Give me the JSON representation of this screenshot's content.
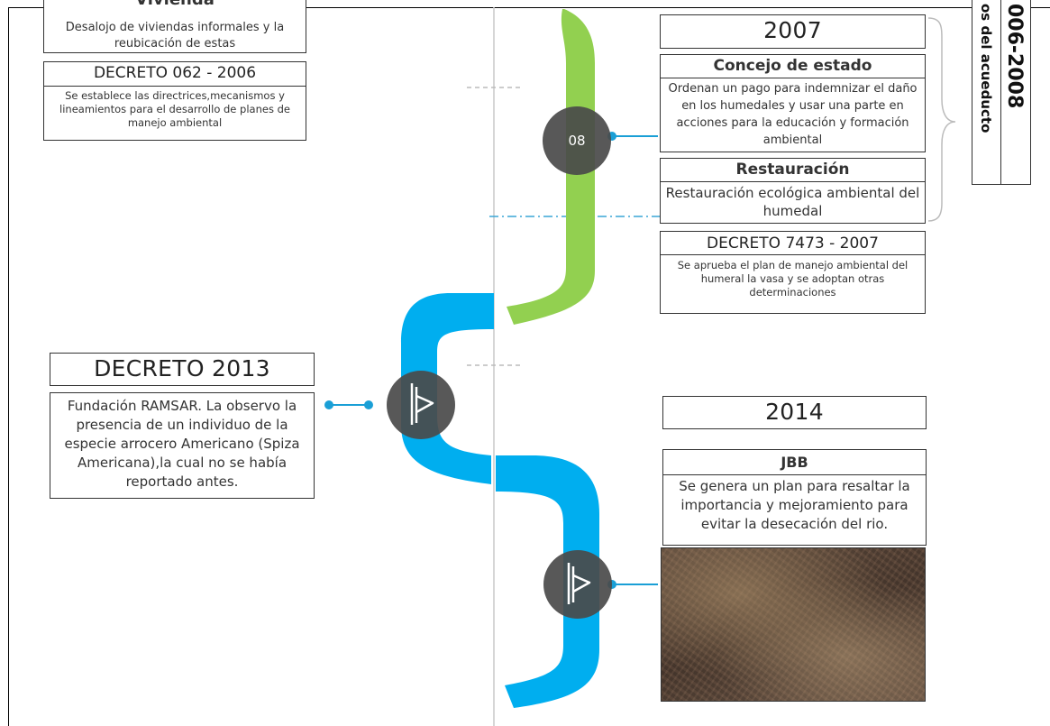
{
  "left_top": {
    "partial_header": "Vivienda",
    "desalojo_text": "Desalojo de viviendas informales y la reubicación de estas",
    "decreto_062_title": "DECRETO 062 - 2006",
    "decreto_062_text": "Se establece las directrices,mecanismos y lineamientos para el desarrollo de planes de manejo ambiental"
  },
  "right_top": {
    "year": "2007",
    "concejo_title": "Concejo de estado",
    "concejo_text": "Ordenan un pago para indemnizar el daño en los humedales y usar una parte en acciones para la educación y formación ambiental",
    "restauracion_title": "Restauración",
    "restauracion_text": "Restauración ecológica ambiental del humedal",
    "decreto_7473_title": "DECRETO 7473 - 2007",
    "decreto_7473_text": "Se aprueba el plan de manejo ambiental del humeral la vasa y se adoptan otras determinaciones"
  },
  "side_label": {
    "years": "006-2008",
    "text": "os del acueducto"
  },
  "node_label": "08",
  "left_mid": {
    "title": "DECRETO 2013",
    "text": "Fundación RAMSAR. La observo la presencia de un individuo de la especie arrocero Americano (Spiza Americana),la cual no se había reportado antes."
  },
  "right_bottom": {
    "year": "2014",
    "jbb_title": "JBB",
    "jbb_text": "Se genera un plan para resaltar la importancia y mejoramiento para evitar la desecación del rio."
  },
  "colors": {
    "green": "#92d050",
    "blue": "#00aeef",
    "node": "#4a4a4a",
    "accent_line": "#1a9fd6"
  }
}
